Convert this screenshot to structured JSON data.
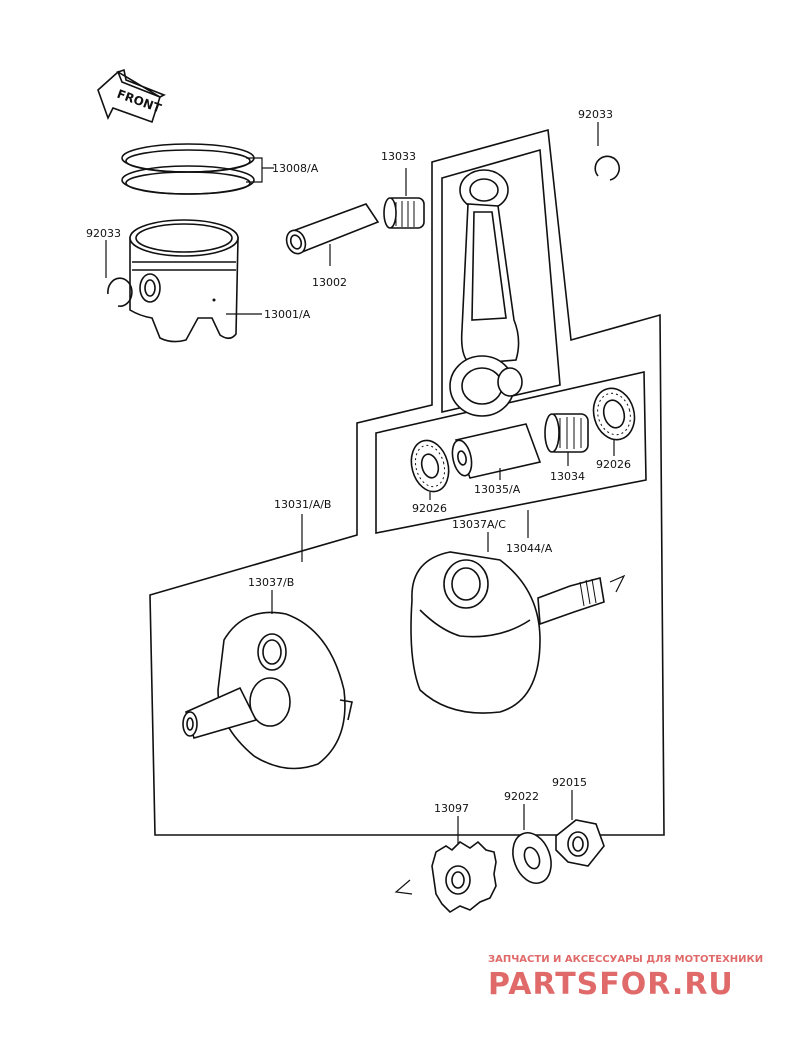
{
  "front_arrow": {
    "text": "FRONT"
  },
  "parts": {
    "p13008A": "13008/A",
    "p13033": "13033",
    "p92033_top": "92033",
    "p92033_left": "92033",
    "p13002": "13002",
    "p13001A": "13001/A",
    "p92026_right": "92026",
    "p13034": "13034",
    "p13035A": "13035/A",
    "p92026_left": "92026",
    "p13031AB": "13031/A/B",
    "p13037AC": "13037A/C",
    "p13044A": "13044/A",
    "p13037B": "13037/B",
    "p13097": "13097",
    "p92022": "92022",
    "p92015": "92015"
  },
  "watermark": {
    "line1": "ЗАПЧАСТИ И АКСЕССУАРЫ ДЛЯ МОТОТЕХНИКИ",
    "line2": "PARTSFOR.RU",
    "color": "#e06a6a"
  }
}
